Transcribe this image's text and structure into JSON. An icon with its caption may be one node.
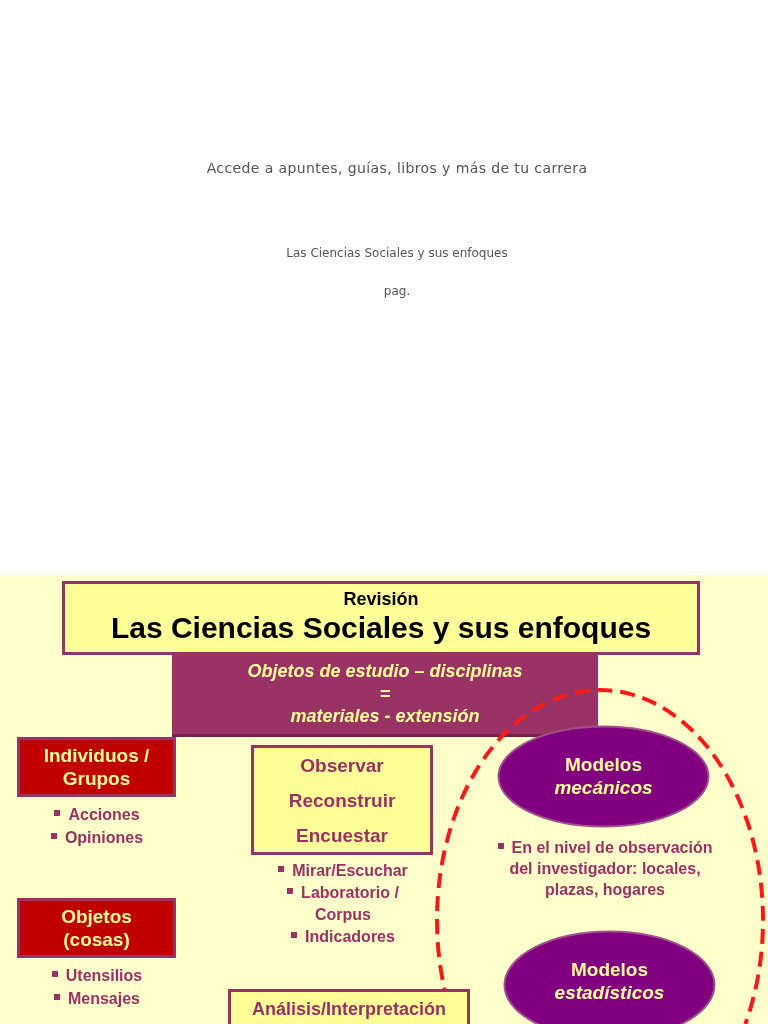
{
  "diagram": {
    "nodes": [
      {
        "text": [
          "Revisión",
          "Las Ciencias Sociales y sus enfoques"
        ]
      },
      {
        "text": [
          "Objetos de estudio – disciplinas",
          "=",
          "materiales - extensión"
        ]
      },
      {
        "text": [
          "Individuos / Grupos"
        ],
        "beside": [
          "Acciones",
          "Opiniones"
        ]
      },
      {
        "text": [
          "Observar",
          "Reconstruir",
          "Encuestar"
        ],
        "beside": [
          "Mirar/Escuchar",
          "Laboratorio / Corpus",
          "Indicadores"
        ]
      },
      {
        "text": [
          "Modelos *mecánicos*"
        ],
        "beside": [
          "En el nivel de observación del investigador: locales, plazas, hogares"
        ]
      },
      {
        "text": [
          "Objetos (cosas)"
        ],
        "beside": [
          "Utensilios",
          "Mensajes"
        ]
      },
      {
        "text": [
          "Modelos *estadísticos*"
        ]
      },
      {
        "text": [
          "Análisis/Interpretación"
        ]
      }
    ],
    "labels": [
      "Accede a apuntes, guías, libros y más de tu carrera",
      "Las Ciencias Sociales y sus enfoques",
      "pag."
    ]
  }
}
